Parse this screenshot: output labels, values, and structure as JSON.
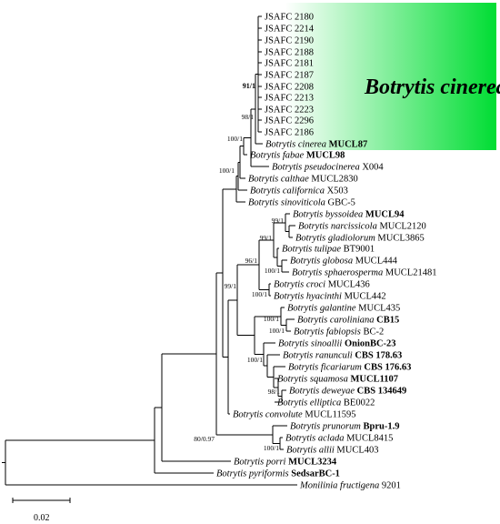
{
  "tree": {
    "highlight": {
      "label": "Botrytis cinerea",
      "gradient_from": "#ffffff",
      "gradient_to": "#00dd33"
    },
    "leaves": [
      {
        "id": "l1",
        "genus": "",
        "epithet": "",
        "strain": "JSAFC 2180",
        "strain_bold": false
      },
      {
        "id": "l2",
        "genus": "",
        "epithet": "",
        "strain": "JSAFC 2214",
        "strain_bold": false
      },
      {
        "id": "l3",
        "genus": "",
        "epithet": "",
        "strain": "JSAFC 2190",
        "strain_bold": false
      },
      {
        "id": "l4",
        "genus": "",
        "epithet": "",
        "strain": "JSAFC 2188",
        "strain_bold": false
      },
      {
        "id": "l5",
        "genus": "",
        "epithet": "",
        "strain": "JSAFC 2181",
        "strain_bold": false
      },
      {
        "id": "l6",
        "genus": "",
        "epithet": "",
        "strain": "JSAFC 2187",
        "strain_bold": false
      },
      {
        "id": "l7",
        "genus": "",
        "epithet": "",
        "strain": "JSAFC 2208",
        "strain_bold": false
      },
      {
        "id": "l8",
        "genus": "",
        "epithet": "",
        "strain": "JSAFC 2213",
        "strain_bold": false
      },
      {
        "id": "l9",
        "genus": "",
        "epithet": "",
        "strain": "JSAFC 2223",
        "strain_bold": false
      },
      {
        "id": "l10",
        "genus": "",
        "epithet": "",
        "strain": "JSAFC 2296",
        "strain_bold": false
      },
      {
        "id": "l11",
        "genus": "",
        "epithet": "",
        "strain": "JSAFC 2186",
        "strain_bold": false
      },
      {
        "id": "l12",
        "genus": "Botrytis",
        "epithet": "cinerea",
        "strain": "MUCL87",
        "strain_bold": true
      },
      {
        "id": "l13",
        "genus": "Botrytis",
        "epithet": "fabae",
        "strain": "MUCL98",
        "strain_bold": true
      },
      {
        "id": "l14",
        "genus": "Botrytis",
        "epithet": "pseudocinerea",
        "strain": "X004",
        "strain_bold": false
      },
      {
        "id": "l15",
        "genus": "Botrytis",
        "epithet": "calthae",
        "strain": "MUCL2830",
        "strain_bold": false
      },
      {
        "id": "l16",
        "genus": "Botrytis",
        "epithet": "californica",
        "strain": "X503",
        "strain_bold": false
      },
      {
        "id": "l17",
        "genus": "Botrytis",
        "epithet": "sinoviticola",
        "strain": "GBC-5",
        "strain_bold": false
      },
      {
        "id": "l18",
        "genus": "Botrytis",
        "epithet": "byssoidea",
        "strain": "MUCL94",
        "strain_bold": true
      },
      {
        "id": "l19",
        "genus": "Botrytis",
        "epithet": "narcissicola",
        "strain": "MUCL2120",
        "strain_bold": false
      },
      {
        "id": "l20",
        "genus": "Botrytis",
        "epithet": "gladiolorum",
        "strain": "MUCL3865",
        "strain_bold": false
      },
      {
        "id": "l21",
        "genus": "Botrytis",
        "epithet": "tulipae",
        "strain": "BT9001",
        "strain_bold": false
      },
      {
        "id": "l22",
        "genus": "Botrytis",
        "epithet": "globosa",
        "strain": "MUCL444",
        "strain_bold": false
      },
      {
        "id": "l23",
        "genus": "Botrytis",
        "epithet": "sphaerosperma",
        "strain": "MUCL21481",
        "strain_bold": false
      },
      {
        "id": "l24",
        "genus": "Botrytis",
        "epithet": "croci",
        "strain": "MUCL436",
        "strain_bold": false
      },
      {
        "id": "l25",
        "genus": "Botrytis",
        "epithet": "hyacinthi",
        "strain": "MUCL442",
        "strain_bold": false
      },
      {
        "id": "l26",
        "genus": "Botrytis",
        "epithet": "galantine",
        "strain": "MUCL435",
        "strain_bold": false
      },
      {
        "id": "l27",
        "genus": "Botrytis",
        "epithet": "caroliniana",
        "strain": "CB15",
        "strain_bold": true
      },
      {
        "id": "l28",
        "genus": "Botrytis",
        "epithet": "fabiopsis",
        "strain": "BC-2",
        "strain_bold": false
      },
      {
        "id": "l29",
        "genus": "Botrytis",
        "epithet": "sinoallii",
        "strain": "OnionBC-23",
        "strain_bold": true
      },
      {
        "id": "l30",
        "genus": "Botrytis",
        "epithet": "ranunculi",
        "strain": "CBS 178.63",
        "strain_bold": true
      },
      {
        "id": "l31",
        "genus": "Botrytis",
        "epithet": "ficariarum",
        "strain": "CBS 176.63",
        "strain_bold": true
      },
      {
        "id": "l32",
        "genus": "Botrytis",
        "epithet": "squamosa",
        "strain": "MUCL1107",
        "strain_bold": true
      },
      {
        "id": "l33",
        "genus": "Botrytis",
        "epithet": "deweyae",
        "strain": "CBS 134649",
        "strain_bold": true
      },
      {
        "id": "l34",
        "genus": "Botrytis",
        "epithet": "elliptica",
        "strain": "BE0022",
        "strain_bold": false
      },
      {
        "id": "l35",
        "genus": "Botrytis",
        "epithet": "convolute",
        "strain": "MUCL11595",
        "strain_bold": false
      },
      {
        "id": "l36",
        "genus": "Botrytis",
        "epithet": "prunorum",
        "strain": "Bpru-1.9",
        "strain_bold": true
      },
      {
        "id": "l37",
        "genus": "Botrytis",
        "epithet": "aclada",
        "strain": "MUCL8415",
        "strain_bold": false
      },
      {
        "id": "l38",
        "genus": "Botrytis",
        "epithet": "allii",
        "strain": "MUCL403",
        "strain_bold": false
      },
      {
        "id": "l39",
        "genus": "Botrytis",
        "epithet": "porri",
        "strain": "MUCL3234",
        "strain_bold": true
      },
      {
        "id": "l40",
        "genus": "Botrytis",
        "epithet": "pyriformis",
        "strain": "SedsarBC-1",
        "strain_bold": true
      },
      {
        "id": "l41",
        "genus": "Monilinia",
        "epithet": "fructigena",
        "strain": "9201",
        "strain_bold": false
      }
    ],
    "supports": [
      {
        "id": "s1",
        "text": "91/1",
        "bold": true
      },
      {
        "id": "s2",
        "text": "98/1",
        "bold": false
      },
      {
        "id": "s3",
        "text": "100/1",
        "bold": false
      },
      {
        "id": "s4",
        "text": "100/1",
        "bold": false
      },
      {
        "id": "s5",
        "text": "99/1",
        "bold": false
      },
      {
        "id": "s6",
        "text": "99/1",
        "bold": false
      },
      {
        "id": "s7",
        "text": "100/1",
        "bold": false
      },
      {
        "id": "s8",
        "text": "96/1",
        "bold": false
      },
      {
        "id": "s9",
        "text": "100/1",
        "bold": false
      },
      {
        "id": "s10",
        "text": "99/1",
        "bold": false
      },
      {
        "id": "s11",
        "text": "100/1",
        "bold": false
      },
      {
        "id": "s12",
        "text": "100/1",
        "bold": false
      },
      {
        "id": "s13",
        "text": "100/1",
        "bold": false
      },
      {
        "id": "s14",
        "text": "98/1",
        "bold": false
      },
      {
        "id": "s15",
        "text": "100/1",
        "bold": false
      },
      {
        "id": "s16",
        "text": "80/0.97",
        "bold": false
      }
    ],
    "scale_bar": {
      "label": "0.02"
    }
  }
}
